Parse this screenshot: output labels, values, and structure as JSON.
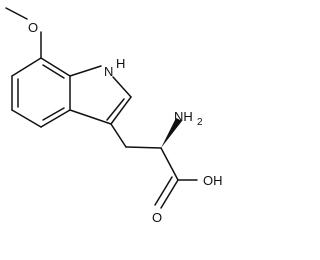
{
  "molecule": {
    "atoms": {
      "methoxy_oxygen": "O",
      "indole_nh": "H",
      "indole_n": "N",
      "amine_nh": "NH",
      "amine_h_subscript": "2",
      "acid_oh": "OH",
      "carbonyl_oxygen": "O"
    },
    "colors": {
      "bond": "#111111",
      "text": "#111111",
      "background": "#ffffff"
    }
  }
}
